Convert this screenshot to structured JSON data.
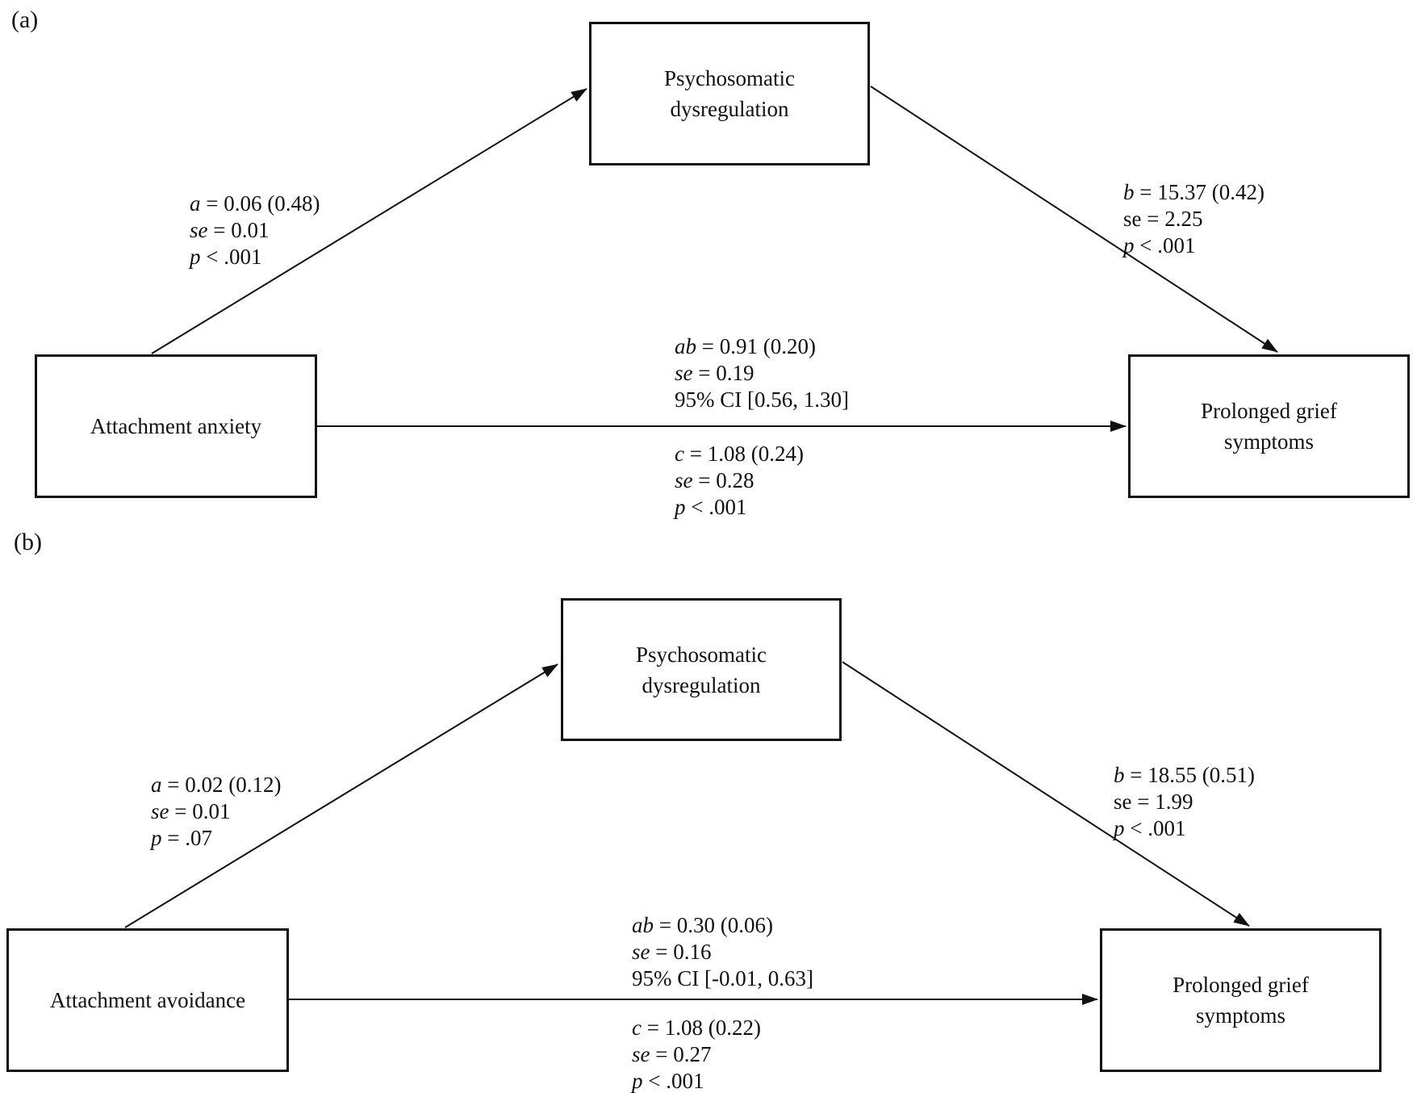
{
  "figure": {
    "colors": {
      "ink": "#111111",
      "background": "#ffffff"
    },
    "panels": [
      {
        "label": "(a)",
        "boxes": {
          "predictor": "Attachment anxiety",
          "mediator": "Psychosomatic dysregulation",
          "outcome": "Prolonged grief symptoms"
        },
        "paths": {
          "a": {
            "l1": {
              "sym": "a",
              "rest": " = 0.06 (0.48)"
            },
            "l2": {
              "sym": "se",
              "rest": " = 0.01"
            },
            "l3": {
              "sym": "p",
              "rest": " < .001"
            }
          },
          "b": {
            "l1": {
              "sym": "b",
              "rest": " = 15.37 (0.42)"
            },
            "l2": {
              "sym": "",
              "rest": "se = 2.25"
            },
            "l3": {
              "sym": "p",
              "rest": " < .001"
            }
          },
          "ab": {
            "l1": {
              "sym": "ab",
              "rest": " = 0.91 (0.20)"
            },
            "l2": {
              "sym": "se",
              "rest": " = 0.19"
            },
            "l3": {
              "sym": "",
              "rest": "95% CI [0.56, 1.30]"
            }
          },
          "c": {
            "l1": {
              "sym": "c",
              "rest": " = 1.08 (0.24)"
            },
            "l2": {
              "sym": "se",
              "rest": " = 0.28"
            },
            "l3": {
              "sym": "p",
              "rest": " < .001"
            }
          }
        }
      },
      {
        "label": "(b)",
        "boxes": {
          "predictor": "Attachment avoidance",
          "mediator": "Psychosomatic dysregulation",
          "outcome": "Prolonged grief symptoms"
        },
        "paths": {
          "a": {
            "l1": {
              "sym": "a",
              "rest": " = 0.02 (0.12)"
            },
            "l2": {
              "sym": "se",
              "rest": " = 0.01"
            },
            "l3": {
              "sym": "p",
              "rest": " = .07"
            }
          },
          "b": {
            "l1": {
              "sym": "b",
              "rest": " = 18.55 (0.51)"
            },
            "l2": {
              "sym": "",
              "rest": "se = 1.99"
            },
            "l3": {
              "sym": "p",
              "rest": " < .001"
            }
          },
          "ab": {
            "l1": {
              "sym": "ab",
              "rest": " = 0.30 (0.06)"
            },
            "l2": {
              "sym": "se",
              "rest": " = 0.16"
            },
            "l3": {
              "sym": "",
              "rest": "95% CI [-0.01, 0.63]"
            }
          },
          "c": {
            "l1": {
              "sym": "c",
              "rest": " = 1.08 (0.22)"
            },
            "l2": {
              "sym": "se",
              "rest": " = 0.27"
            },
            "l3": {
              "sym": "p",
              "rest": " < .001"
            }
          }
        }
      }
    ]
  }
}
